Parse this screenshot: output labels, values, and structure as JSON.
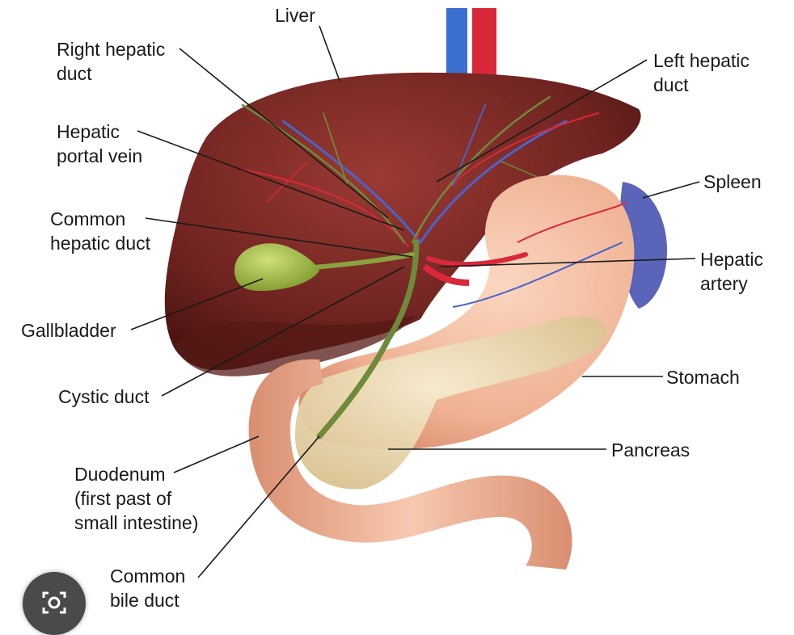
{
  "labels": {
    "liver": "Liver",
    "right_hepatic_duct": "Right hepatic\nduct",
    "left_hepatic_duct": "Left hepatic\nduct",
    "hepatic_portal_vein": "Hepatic\nportal vein",
    "common_hepatic_duct": "Common\nhepatic duct",
    "gallbladder": "Gallbladder",
    "cystic_duct": "Cystic duct",
    "duodenum": "Duodenum\n(first past of\nsmall intestine)",
    "common_bile_duct": "Common\nbile duct",
    "spleen": "Spleen",
    "hepatic_artery": "Hepatic\nartery",
    "stomach": "Stomach",
    "pancreas": "Pancreas"
  },
  "overlay": {
    "icon": "camera-lens-icon"
  },
  "colors": {
    "liver": "#7a2a26",
    "liver_dark": "#4f1613",
    "stomach": "#f0b596",
    "pancreas": "#ecdcb2",
    "gallbladder": "#9cbb45",
    "spleen": "#5a64b8",
    "vein_blue": "#4a63c9",
    "artery_red": "#d9283a",
    "duct_green": "#6f8a3a"
  }
}
